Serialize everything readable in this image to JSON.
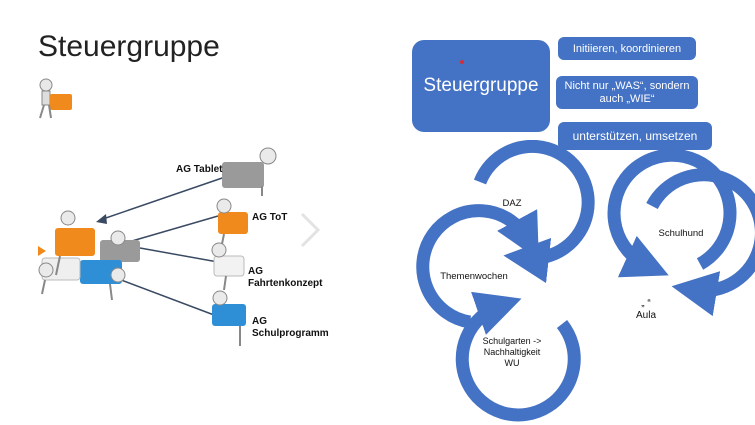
{
  "slide": {
    "title": "Steuergruppe",
    "accent": "#4472c4"
  },
  "left": {
    "ag_labels": [
      "AG Tablet",
      "AG ToT",
      "AG\nFahrtenkonzept",
      "AG\nSchulprogramm"
    ]
  },
  "right": {
    "main_box": "Steuergruppe",
    "side_boxes": [
      "Initiieren, koordinieren",
      "Nicht nur „WAS“, sondern auch „WIE“",
      "unterstützen, umsetzen"
    ],
    "cycle1": [
      "DAZ",
      "Themenwochen",
      "Schulgarten ->\nNachhaltigkeit\nWU"
    ],
    "cycle2": [
      "Schulhund",
      "„ “\nAula"
    ]
  },
  "icons": {
    "next": "chevron-right-icon"
  }
}
